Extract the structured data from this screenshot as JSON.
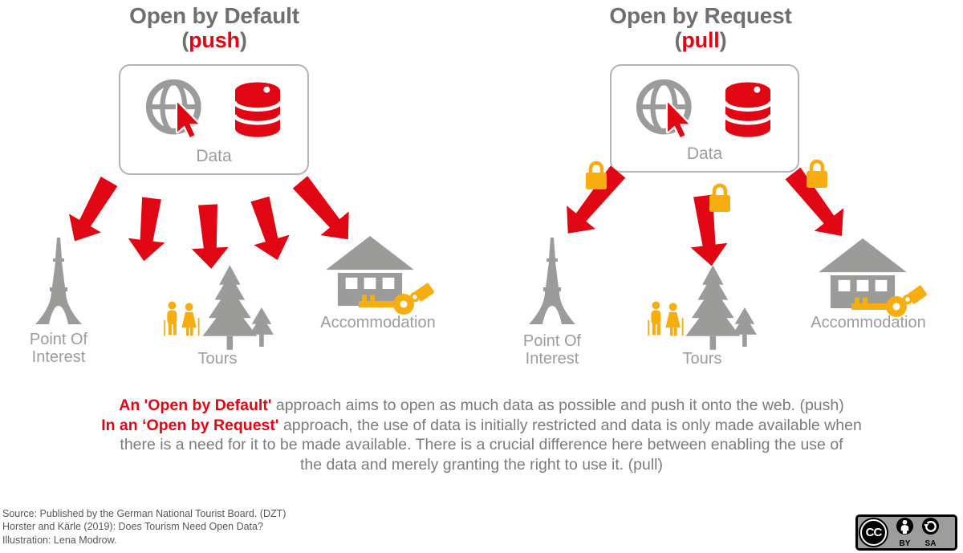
{
  "titles": {
    "left": {
      "line1": "Open by Default",
      "open": "(",
      "keyword": "push",
      "close": ")"
    },
    "right": {
      "line1": "Open by Request",
      "open": "(",
      "keyword": "pull",
      "close": ")"
    }
  },
  "data_box": {
    "label": "Data"
  },
  "targets": {
    "poi_line1": "Point Of",
    "poi_line2": "Interest",
    "tours": "Tours",
    "accommodation": "Accommodation"
  },
  "description": {
    "line1_highlight": "An 'Open by Default'",
    "line1_rest": " approach aims to open as much data as possible and push it onto the web. (push)",
    "line2_highlight": "In an ‘Open by Request'",
    "line2_rest": " approach, the use of data is initially restricted and data is only made available when",
    "line3": "there is a need for it to be made available. There is a crucial difference here between enabling the use of",
    "line4": "the data and merely granting the right to use it. (pull)"
  },
  "footer": {
    "source_line1": "Source: Published by the German National Tourist Board. (DZT)",
    "source_line2": "Horster and Kärle (2019): Does Tourism Need Open Data?",
    "source_line3": "Illustration: Lena Modrow."
  },
  "license": {
    "cc": "CC",
    "by": "BY",
    "sa": "SA"
  },
  "colors": {
    "red": "#E00613",
    "yellow": "#F7AD0F",
    "icon_gray": "#9B9B9A",
    "title_gray": "#6F6F6E",
    "label_gray": "#9C9C9B",
    "text_gray": "#7B7B7A",
    "source_gray": "#575756",
    "box_border": "#B3B3B2"
  }
}
